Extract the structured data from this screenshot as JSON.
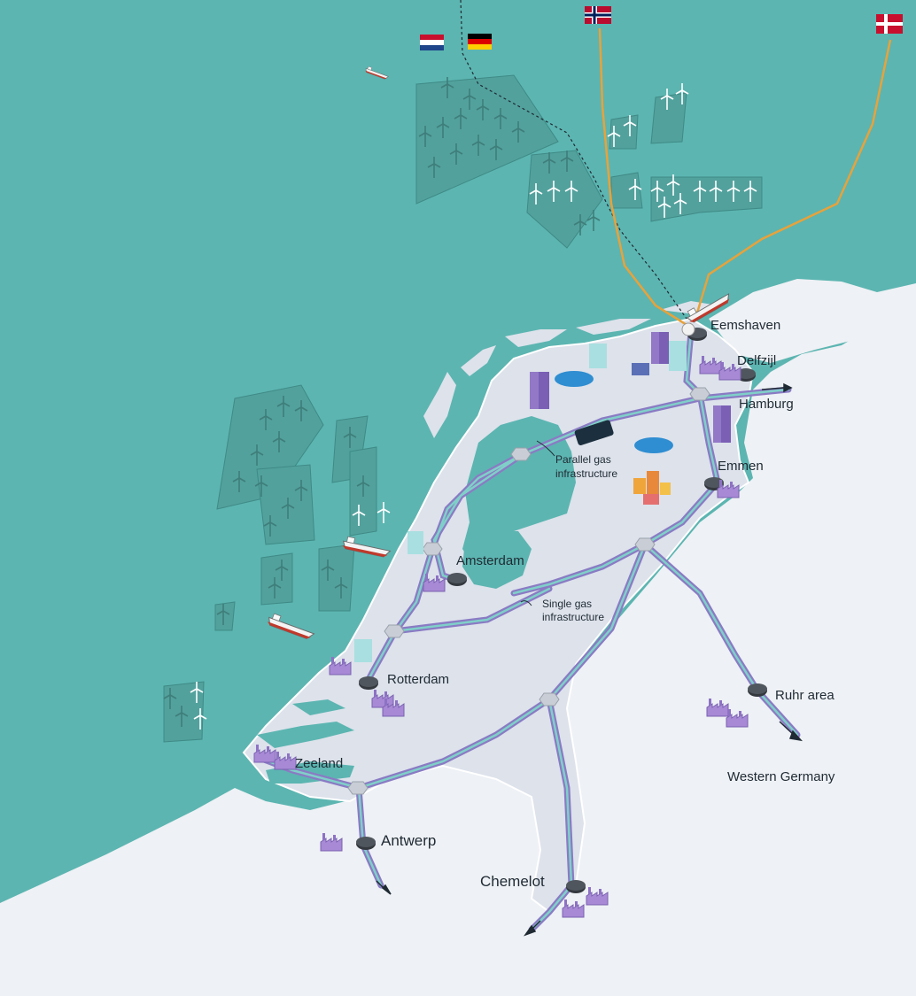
{
  "colors": {
    "sea": "#5cb5b1",
    "land": "#eef1f5",
    "netherlands": "#dde2eb",
    "border": "#ffffff",
    "pipe_outer": "#8a7bc4",
    "pipe_inner": "#7fd0c8",
    "orange_pipe": "#e8a23a",
    "hub": "#34393f",
    "industry": "#a789d6",
    "wind_farm": "#4f9c98"
  },
  "flags": [
    {
      "country": "Netherlands",
      "icon": "netherlands-flag-icon",
      "colors": [
        "#c8102e",
        "#ffffff",
        "#1e448a"
      ]
    },
    {
      "country": "Germany",
      "icon": "germany-flag-icon",
      "colors": [
        "#000000",
        "#dd0000",
        "#ffce00"
      ]
    },
    {
      "country": "Norway",
      "icon": "norway-flag-icon",
      "colors": [
        "#ba0c2f",
        "#ffffff",
        "#00205b"
      ]
    },
    {
      "country": "Denmark",
      "icon": "denmark-flag-icon",
      "colors": [
        "#c8102e",
        "#ffffff"
      ]
    }
  ],
  "labels": {
    "eemshaven": "Eemshaven",
    "delfzijl": "Delfzijl",
    "hamburg": "Hamburg",
    "emmen": "Emmen",
    "amsterdam": "Amsterdam",
    "rotterdam": "Rotterdam",
    "ruhr": "Ruhr area",
    "western_germany": "Western Germany",
    "zeeland": "Zeeland",
    "antwerp": "Antwerp",
    "chemelot": "Chemelot",
    "parallel_1": "Parallel gas",
    "parallel_2": "infrastructure",
    "single_1": "Single gas",
    "single_2": "infrastructure"
  }
}
